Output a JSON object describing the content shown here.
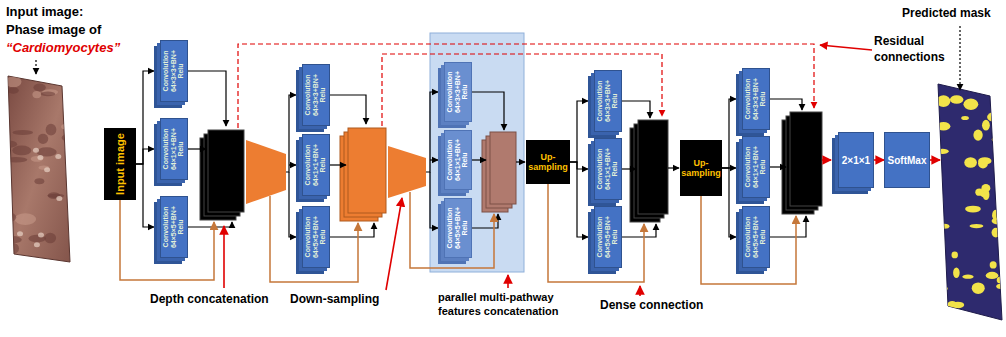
{
  "diagram": {
    "nodes": [
      {
        "text": [
          "Input image"
        ]
      },
      {
        "text": [
          "Convolution 64×3×3+BN+ Relu"
        ]
      },
      {
        "text": [
          "Convolution 64×1×1+BN+ Relu"
        ]
      },
      {
        "text": [
          "Convolution 64×5×5+BN+ Relu"
        ]
      },
      {
        "text": [
          "Convolution 64×3×3+BN+ Relu"
        ]
      },
      {
        "text": [
          "Convolution 64×1×1+BN+ Relu"
        ]
      },
      {
        "text": [
          "Convolution 64×5×5+BN+ Relu"
        ]
      },
      {
        "text": [
          "Convolution 64×3×3+BN+ Relu"
        ]
      },
      {
        "text": [
          "Convolution 64×1×1+BN+ Relu"
        ]
      },
      {
        "text": [
          "Convolution 64×5×5+BN+ Relu"
        ]
      },
      {
        "text": [
          "Up-sampling"
        ]
      },
      {
        "text": [
          "Convolution 64×3×3+BN+ Relu"
        ]
      },
      {
        "text": [
          "Convolution 64×1×1+BN+ Relu"
        ]
      },
      {
        "text": [
          "Convolution 64×5×5+BN+ Relu"
        ]
      },
      {
        "text": [
          "Up-sampling"
        ]
      },
      {
        "text": [
          "Convolution 64×3×3+BN+ Relu"
        ]
      },
      {
        "text": [
          "Convolution 64×1×1+BN+ Relu"
        ]
      },
      {
        "text": [
          "Convolution 64×5×5+BN+ Relu"
        ]
      },
      {
        "text": [
          "2×1×1"
        ]
      },
      {
        "text": [
          "SoftMax"
        ]
      }
    ],
    "edges": [
      {
        "from": 0,
        "to": 1,
        "arrow": "to"
      },
      {
        "from": 0,
        "to": 2,
        "arrow": "to"
      },
      {
        "from": 0,
        "to": 3,
        "arrow": "to"
      },
      {
        "from": 10,
        "to": 11,
        "arrow": "to"
      },
      {
        "from": 10,
        "to": 12,
        "arrow": "to"
      },
      {
        "from": 10,
        "to": 13,
        "arrow": "to"
      },
      {
        "from": 14,
        "to": 15,
        "arrow": "to"
      },
      {
        "from": 14,
        "to": 16,
        "arrow": "to"
      },
      {
        "from": 14,
        "to": 17,
        "arrow": "to"
      },
      {
        "from": 18,
        "to": 19,
        "arrow": "to"
      }
    ],
    "labels": [
      "Input image:",
      "Phase image of",
      "“Cardiomyocytes”",
      "Predicted mask",
      "Residual connections",
      "Depth concatenation",
      "Down-sampling",
      "parallel multi-pathway features concatenation",
      "Dense connection"
    ]
  }
}
